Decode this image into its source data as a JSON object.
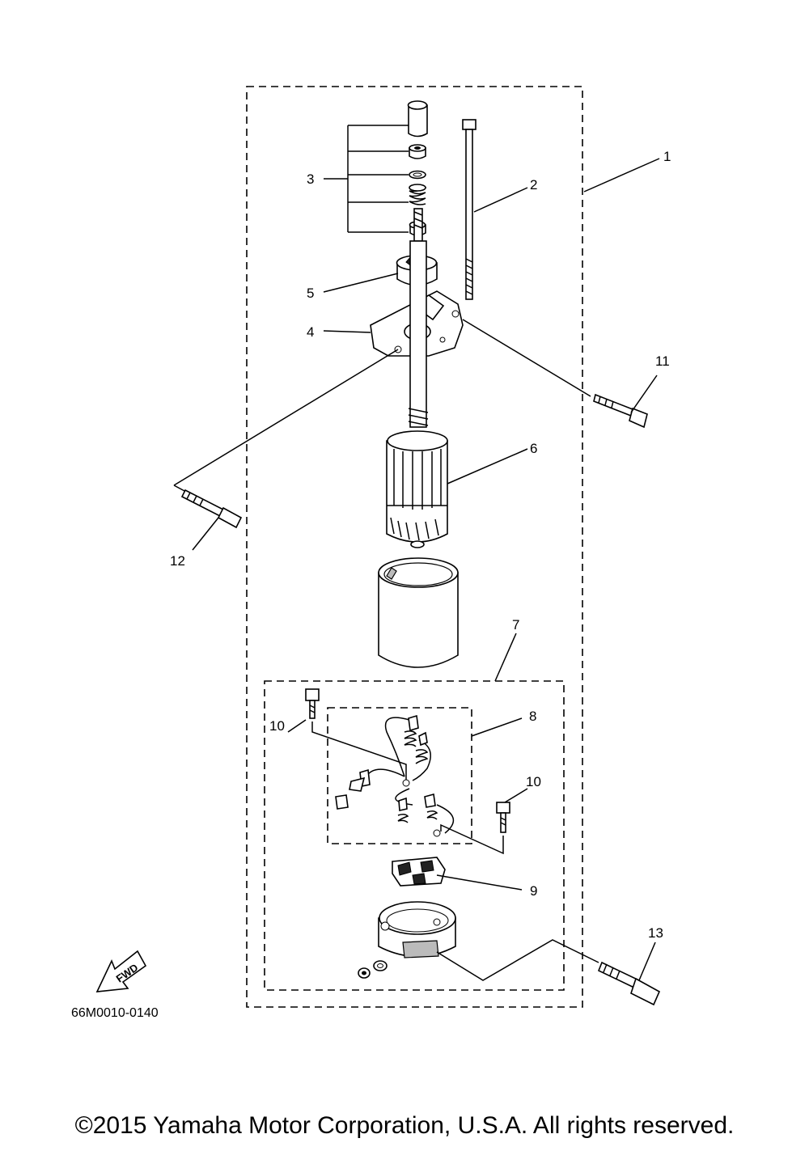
{
  "callouts": {
    "c1": "1",
    "c2": "2",
    "c3": "3",
    "c4": "4",
    "c5": "5",
    "c6": "6",
    "c7": "7",
    "c8": "8",
    "c9": "9",
    "c10a": "10",
    "c10b": "10",
    "c11": "11",
    "c12": "12",
    "c13": "13"
  },
  "fwd_label": "FWD",
  "drawing_code": "66M0010-0140",
  "copyright": "©2015 Yamaha Motor Corporation, U.S.A. All rights reserved."
}
